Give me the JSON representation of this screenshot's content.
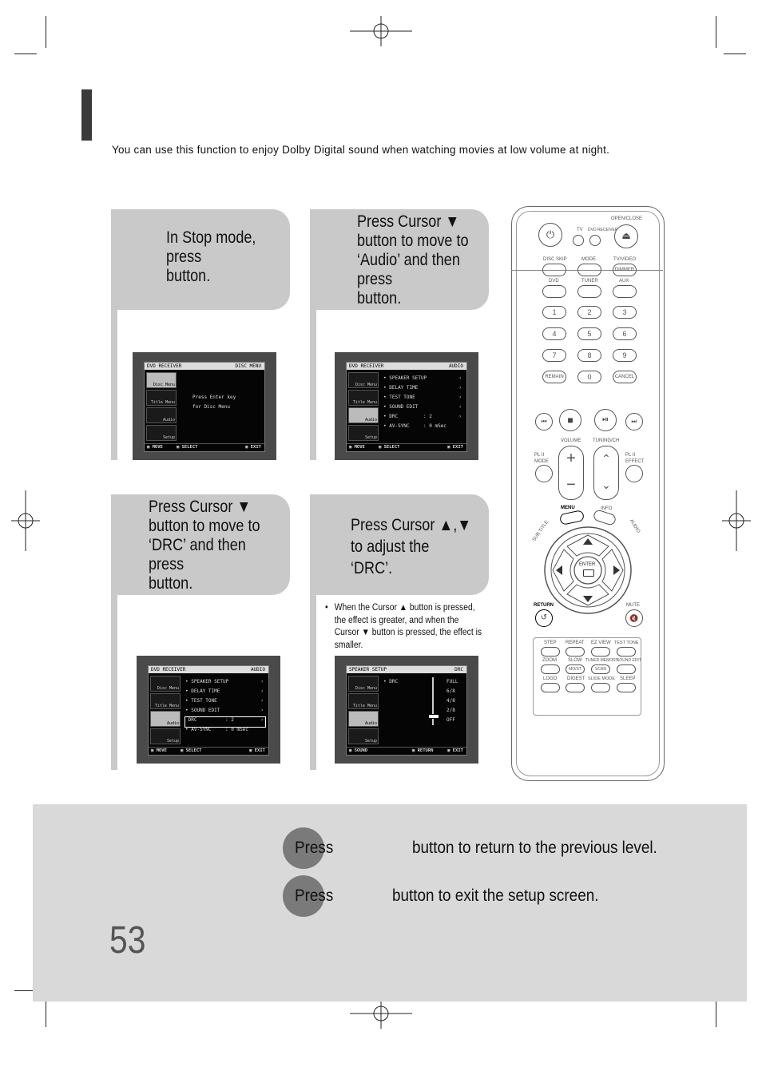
{
  "intro": "You can use this function to enjoy Dolby Digital sound when watching movies at low volume at night.",
  "steps": [
    {
      "lines": [
        "In Stop mode,",
        "press",
        "button."
      ]
    },
    {
      "lines": [
        "Press Cursor ▼",
        "button to move to",
        "‘Audio’ and then",
        "press",
        "button."
      ]
    },
    {
      "lines": [
        "Press Cursor ▼",
        "button to move to",
        "‘DRC’ and then",
        "press",
        "button."
      ]
    },
    {
      "lines": [
        "Press Cursor ▲,▼",
        "to adjust the",
        "‘DRC’."
      ]
    }
  ],
  "note": {
    "bullet": "•",
    "lines": [
      "When the Cursor ▲ button is pressed,",
      "the effect is greater, and when the",
      "Cursor ▼ button is pressed, the effect is",
      "smaller."
    ]
  },
  "osd": {
    "disc_menu": {
      "title": "DISC MENU",
      "msg1": "Press Enter key",
      "msg2": "for Disc Menu"
    },
    "audio": {
      "title": "AUDIO",
      "items": [
        "SPEAKER SETUP",
        "DELAY TIME",
        "TEST TONE",
        "SOUND EDIT",
        "DRC",
        "AV-SYNC"
      ],
      "drc_value": "2",
      "avsync_value": "0 mSec"
    },
    "drc": {
      "title": "DRC",
      "label": "DRC",
      "levels": [
        "FULL",
        "6/8",
        "4/8",
        "2/8",
        "OFF"
      ],
      "level": 0.2
    },
    "sidebar": [
      "Disc Menu",
      "Title Menu",
      "Audio",
      "Setup"
    ],
    "footer": {
      "move": "MOVE",
      "select": "SELECT",
      "exit": "EXIT",
      "return": "RETURN"
    }
  },
  "remote": {
    "labels": {
      "open_close": "OPEN/CLOSE",
      "tv": "TV",
      "dvd_receiver": "DVD RECEIVER",
      "disc_skip": "DISC SKIP",
      "mode": "MODE",
      "tv_video": "TV/VIDEO",
      "dimmer": "DIMMER",
      "dvd": "DVD",
      "tuner": "TUNER",
      "aux": "AUX",
      "remain": "REMAIN",
      "cancel": "CANCEL",
      "volume": "VOLUME",
      "tuning_ch": "TUNING/CH",
      "pl2_mode": "PL II MODE",
      "pl2_effect": "PL II EFFECT",
      "menu": "MENU",
      "info": "INFO",
      "sub_title": "SUB TITLE",
      "audio": "AUDIO",
      "enter": "ENTER",
      "return": "RETURN",
      "mute": "MUTE",
      "step": "STEP",
      "repeat": "REPEAT",
      "ez_view": "EZ VIEW",
      "test_tone": "TEST TONE",
      "zoom": "ZOOM",
      "slow": "SLOW",
      "tuner_memory": "TUNER MEMORY",
      "sound_edit": "SOUND EDIT",
      "mo_st": "MO/ST",
      "scan": "SCAN",
      "logo": "LOGO",
      "digest": "DIGEST",
      "slide_mode": "SLIDE MODE",
      "sleep": "SLEEP"
    },
    "digits": [
      "1",
      "2",
      "3",
      "4",
      "5",
      "6",
      "7",
      "8",
      "9",
      "0"
    ]
  },
  "tips": [
    {
      "press": "Press",
      "text": "button to return to the previous level."
    },
    {
      "press": "Press",
      "text": "button to exit the setup screen."
    }
  ],
  "page_number": "53",
  "colors": {
    "panel": "#c9c9c9",
    "bottom_band": "#d9d9d9",
    "bullet_circle": "#7a7a7a",
    "title_bar": "#3a3a3a"
  }
}
